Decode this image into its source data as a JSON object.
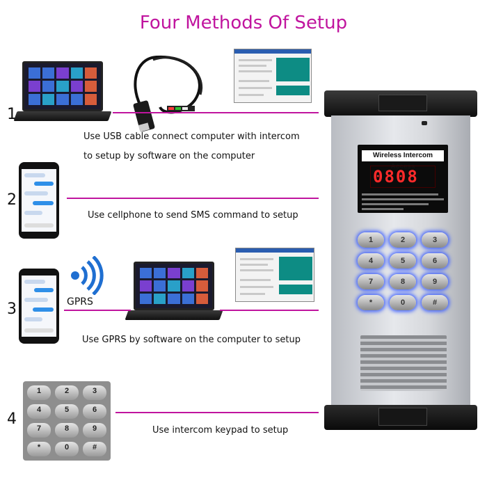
{
  "title": "Four Methods Of Setup",
  "colors": {
    "accent": "#c0149e",
    "led": "#ff2a2a",
    "key_glow": "#3a5dff"
  },
  "methods": [
    {
      "number": "1",
      "caption_line1": "Use USB cable connect computer with intercom",
      "caption_line2": "to setup by software on the computer"
    },
    {
      "number": "2",
      "caption": "Use cellphone to send SMS command to setup"
    },
    {
      "number": "3",
      "label": "GPRS",
      "caption": "Use GPRS by software on the computer to setup"
    },
    {
      "number": "4",
      "caption": "Use intercom keypad to setup"
    }
  ],
  "keypad_photo": {
    "keys": [
      "1",
      "2",
      "3",
      "4",
      "5",
      "6",
      "7",
      "8",
      "9",
      "*",
      "0",
      "#"
    ]
  },
  "device": {
    "panel_title": "Wireless Intercom Access",
    "display": "0808",
    "keys": [
      "1",
      "2",
      "3",
      "4",
      "5",
      "6",
      "7",
      "8",
      "9",
      "*",
      "0",
      "#"
    ]
  },
  "icons": [
    "laptop-icon",
    "usb-cable-icon",
    "software-window-icon",
    "smartphone-icon",
    "wireless-signal-icon",
    "keypad-icon"
  ]
}
